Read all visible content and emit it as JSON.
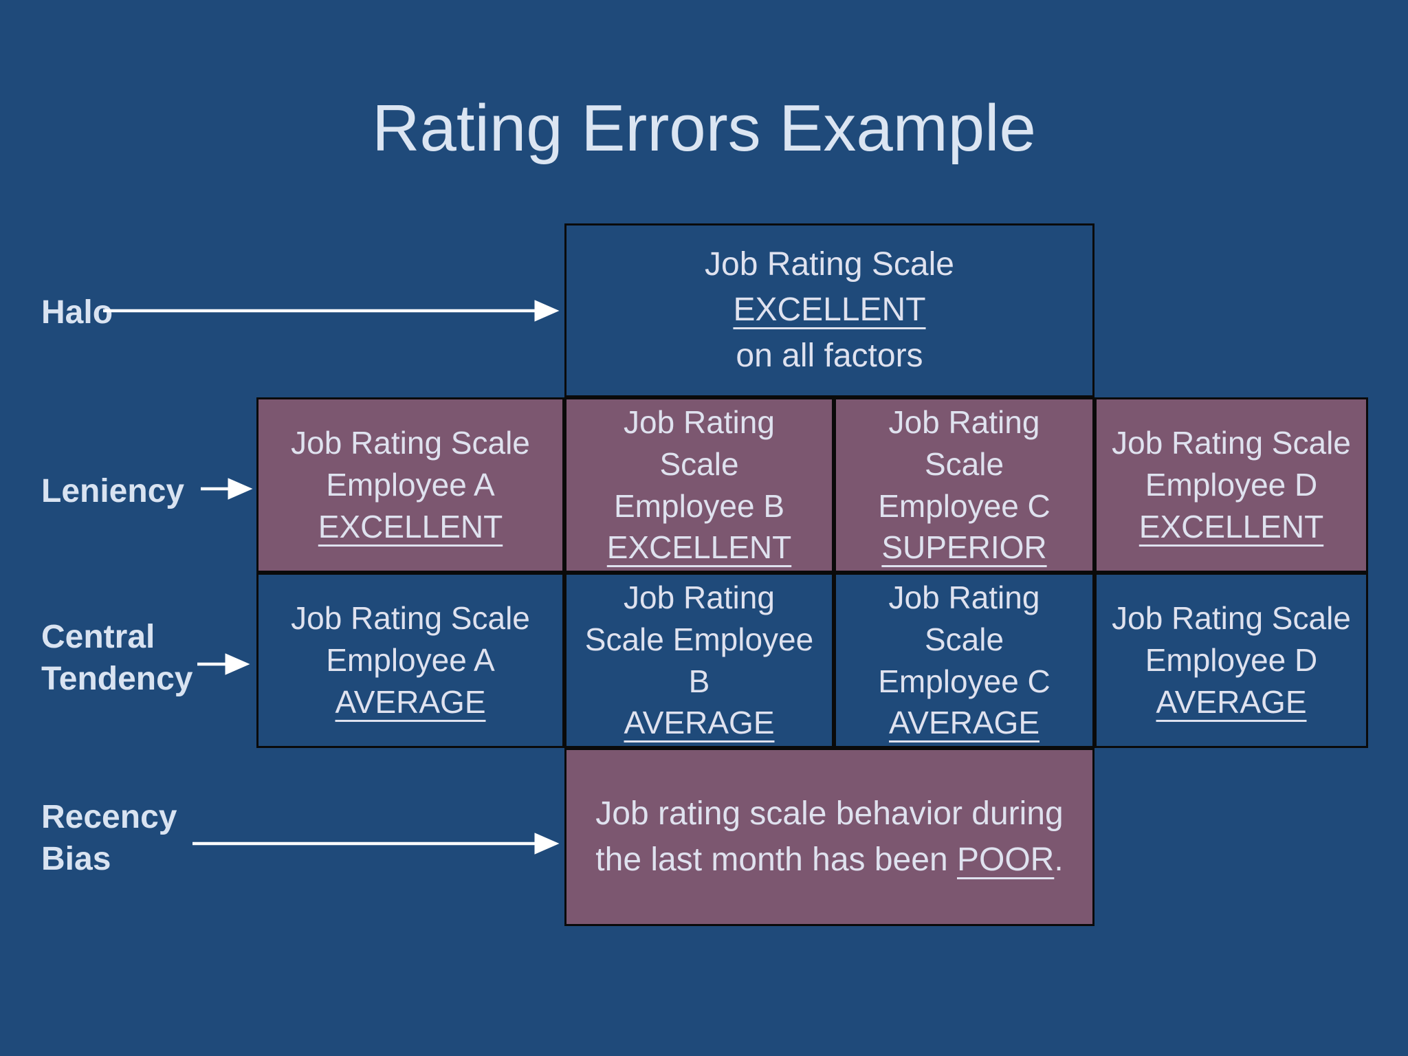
{
  "title": "Rating Errors Example",
  "labels": {
    "halo": "Halo",
    "leniency": "Leniency",
    "central_tendency": "Central\nTendency",
    "recency_bias": "Recency\nBias"
  },
  "halo_box": {
    "line1": "Job Rating Scale",
    "rating": "EXCELLENT",
    "line2": "on all factors"
  },
  "leniency_row": [
    {
      "lines": "Job Rating Scale\nEmployee A",
      "rating": "EXCELLENT"
    },
    {
      "lines": "Job Rating\nScale\nEmployee B",
      "rating": "EXCELLENT"
    },
    {
      "lines": "Job Rating\nScale\nEmployee C",
      "rating": "SUPERIOR"
    },
    {
      "lines": "Job Rating Scale\nEmployee D",
      "rating": "EXCELLENT"
    }
  ],
  "central_row": [
    {
      "lines": "Job Rating Scale\nEmployee A",
      "rating": "AVERAGE"
    },
    {
      "lines": "Job Rating\nScale Employee\nB",
      "rating": "AVERAGE"
    },
    {
      "lines": "Job Rating\nScale\nEmployee C",
      "rating": "AVERAGE"
    },
    {
      "lines": "Job Rating Scale\nEmployee D",
      "rating": "AVERAGE"
    }
  ],
  "recency_box": {
    "lines": "Job rating scale behavior during\nthe last month has been ",
    "rating": "POOR",
    "after": "."
  },
  "colors": {
    "background": "#1f4a7a",
    "box_blue": "#1f4a7a",
    "box_maroon": "#7c5770",
    "border": "#0a0a0a",
    "text": "#dfe2ef",
    "title_text": "#dbe5f2",
    "arrow": "#ffffff"
  }
}
